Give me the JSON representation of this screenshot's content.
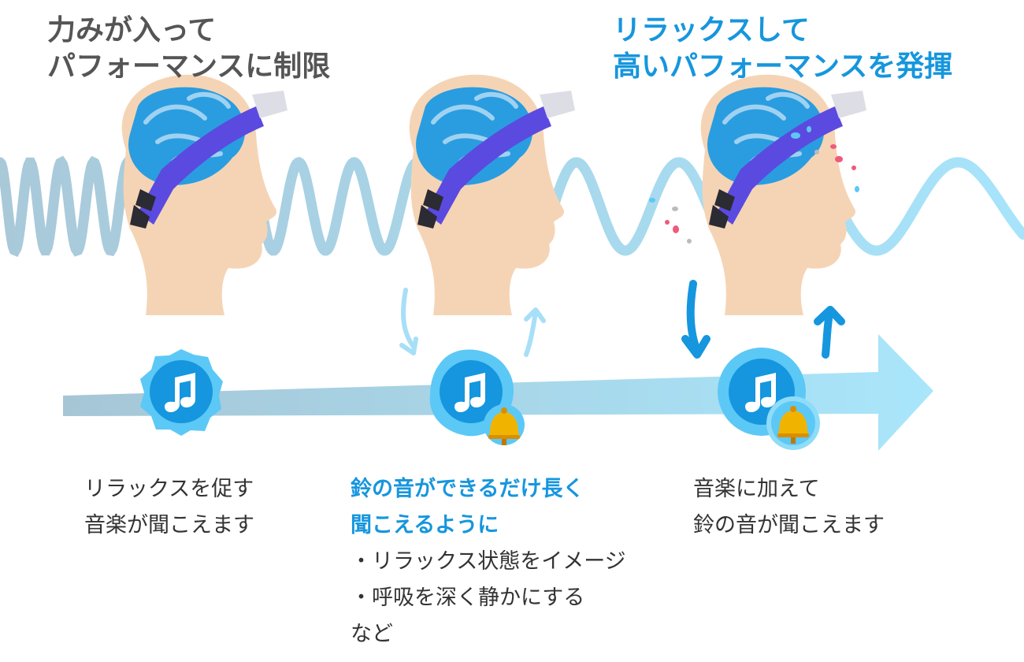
{
  "headings": {
    "left": {
      "line1": "力みが入って",
      "line2": "パフォーマンスに制限",
      "color": "#555555"
    },
    "right": {
      "line1": "リラックスして",
      "line2": "高いパフォーマンスを発揮",
      "color": "#1696dd"
    }
  },
  "steps": [
    {
      "line1": "リラックスを促す",
      "line2": "音楽が聞こえます"
    },
    {
      "line1": "鈴の音ができるだけ長く",
      "line2": "聞こえるように",
      "bullet1": "・リラックス状態をイメージ",
      "bullet2": "・呼吸を深く静かにする",
      "footer": "など",
      "emphasis_color": "#1696dd"
    },
    {
      "line1": "音楽に加えて",
      "line2": "鈴の音が聞こえます"
    }
  ],
  "icons": [
    "music-note-icon",
    "bell-icon",
    "head-with-headband-icon",
    "brain-icon",
    "cycle-arrow-icon"
  ],
  "colors": {
    "wave_start": "#a9c9d9",
    "wave_end": "#a7e4fb",
    "arrow_start": "#a6c6d6",
    "arrow_end": "#a9e6fb",
    "badge_blue": "#1596df",
    "badge_light": "#5cc8f6",
    "skin": "#f5d4b5",
    "brain": "#2a9de0",
    "headband": "#5b4ae0",
    "bell": "#f0b400"
  }
}
